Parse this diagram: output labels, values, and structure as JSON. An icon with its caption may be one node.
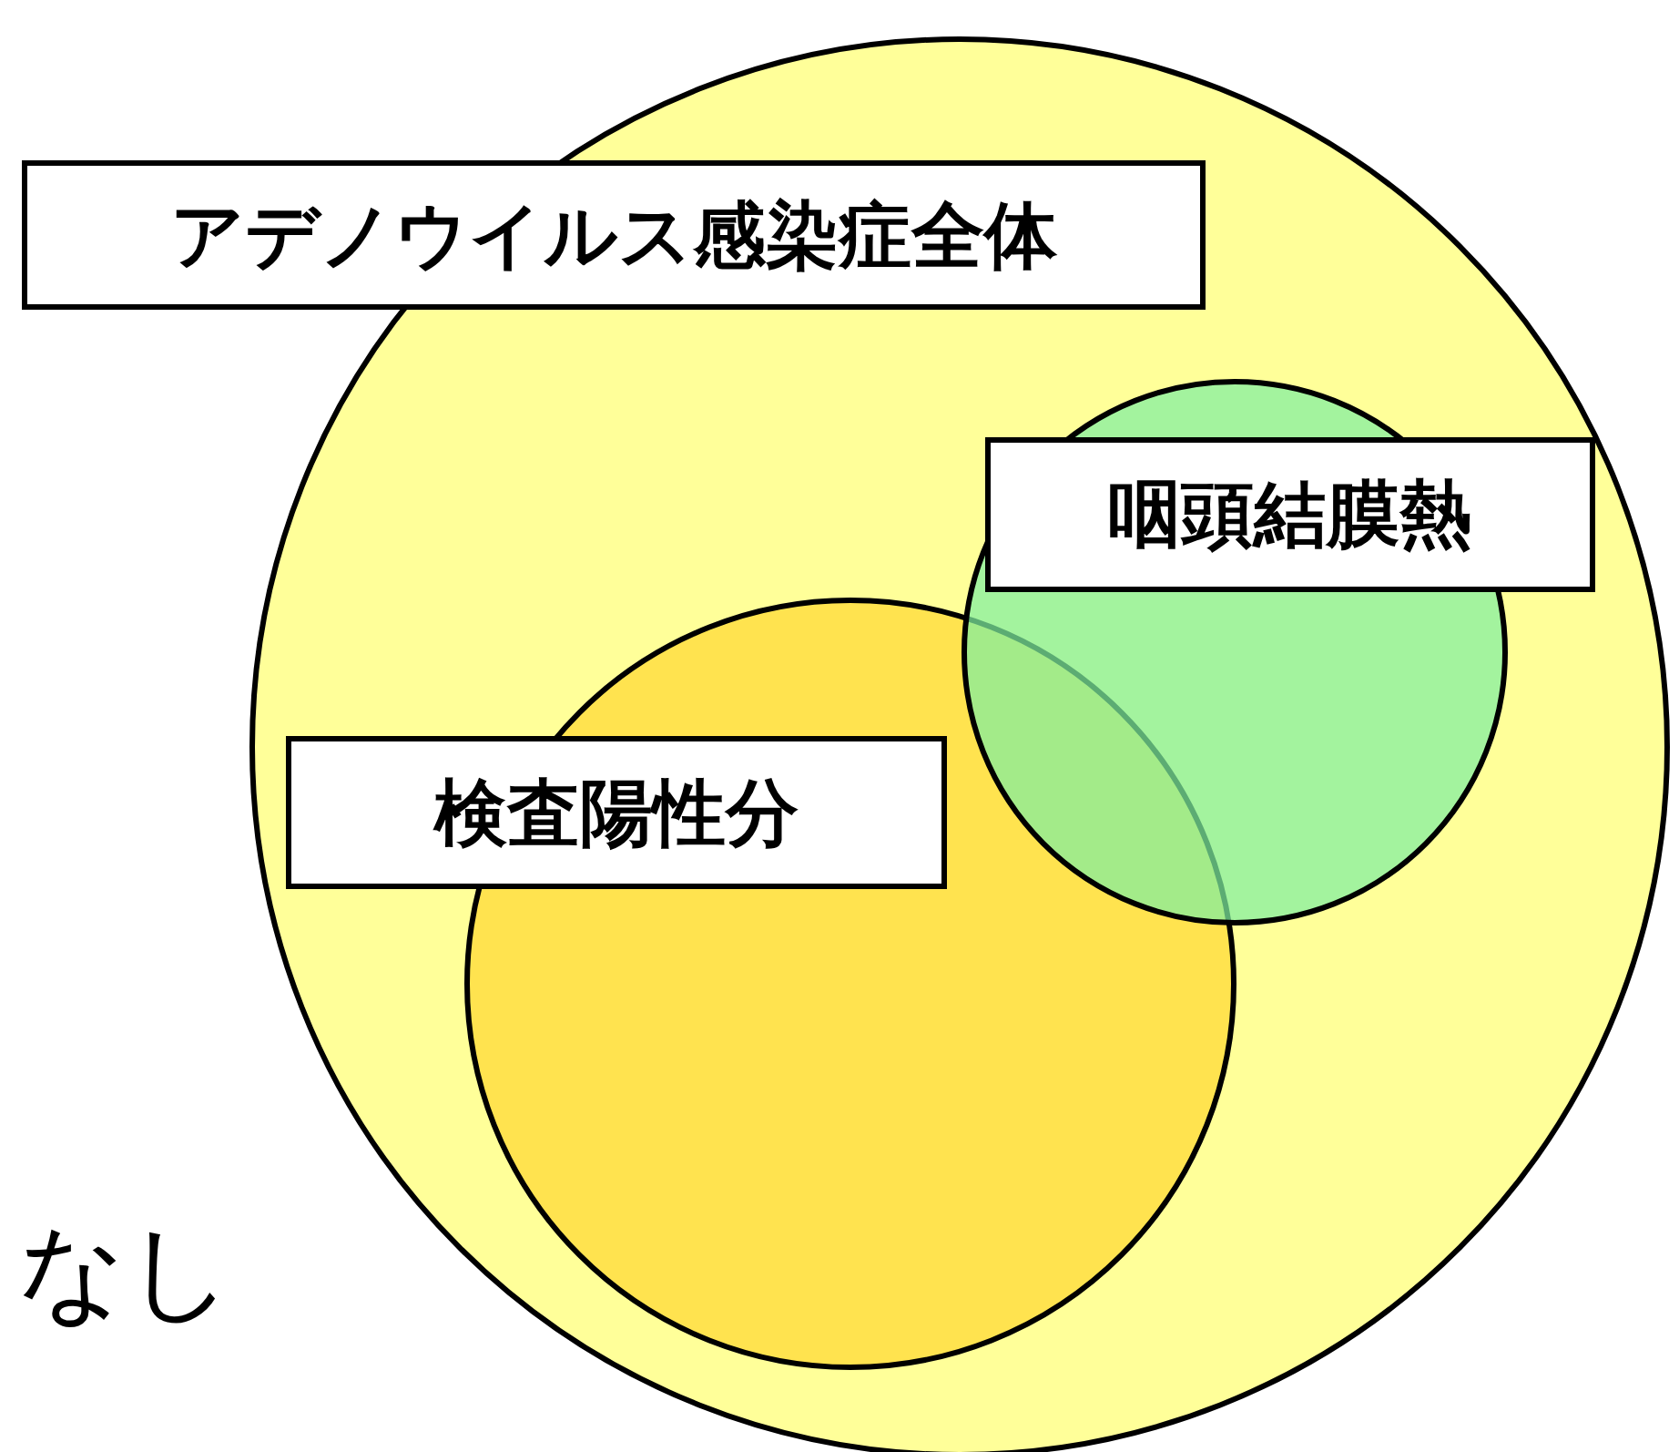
{
  "diagram": {
    "nodes": [
      {
        "text": [
          "アデノウイルス感染症全体"
        ]
      },
      {
        "text": [
          "咽頭結膜熱"
        ],
        "in": 0
      },
      {
        "text": [
          "検査陽性分"
        ],
        "in": 0
      }
    ],
    "labels": [
      "なし"
    ]
  }
}
